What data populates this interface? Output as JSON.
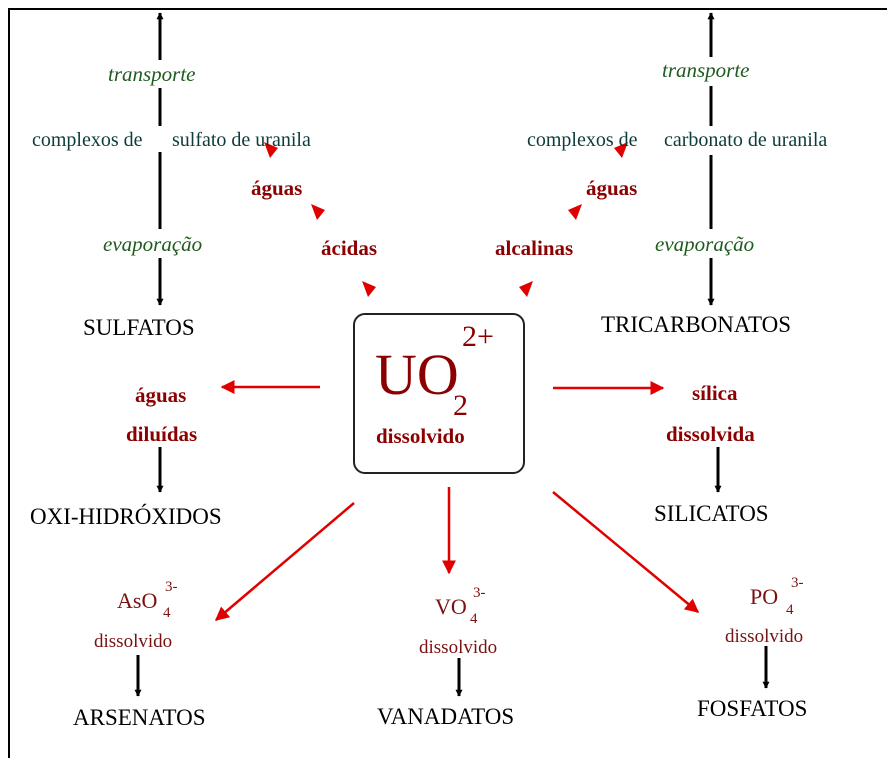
{
  "center": {
    "formula": "UO",
    "charge": "2+",
    "subscript": "2",
    "caption": "dissolvido"
  },
  "top_left": {
    "transport": "transporte",
    "complexes_a": "complexos de",
    "complexes_b": "sulfato de uranila",
    "evaporation": "evaporação",
    "product": "SULFATOS",
    "water_1": "águas",
    "water_2": "ácidas"
  },
  "top_right": {
    "transport": "transporte",
    "complexes_a": "complexos de",
    "complexes_b": "carbonato de uranila",
    "evaporation": "evaporação",
    "product": "TRICARBONATOS",
    "water_1": "águas",
    "water_2": "alcalinas"
  },
  "left": {
    "line_1": "águas",
    "line_2": "diluídas",
    "product": "OXI-HIDRÓXIDOS"
  },
  "right": {
    "line_1": "sílica",
    "line_2": "dissolvida",
    "product": "SILICATOS"
  },
  "bottom_left": {
    "ion": "AsO",
    "sub": "4",
    "sup": "3-",
    "caption": "dissolvido",
    "product": "ARSENATOS"
  },
  "bottom_center": {
    "ion": "VO",
    "sub": "4",
    "sup": "3-",
    "caption": "dissolvido",
    "product": "VANADATOS"
  },
  "bottom_right": {
    "ion": "PO",
    "sub": "4",
    "sup": "3-",
    "caption": "dissolvido",
    "product": "FOSFATOS"
  },
  "colors": {
    "red_arrow": "#e00000",
    "black_arrow": "#000000",
    "frame": "#000000"
  }
}
